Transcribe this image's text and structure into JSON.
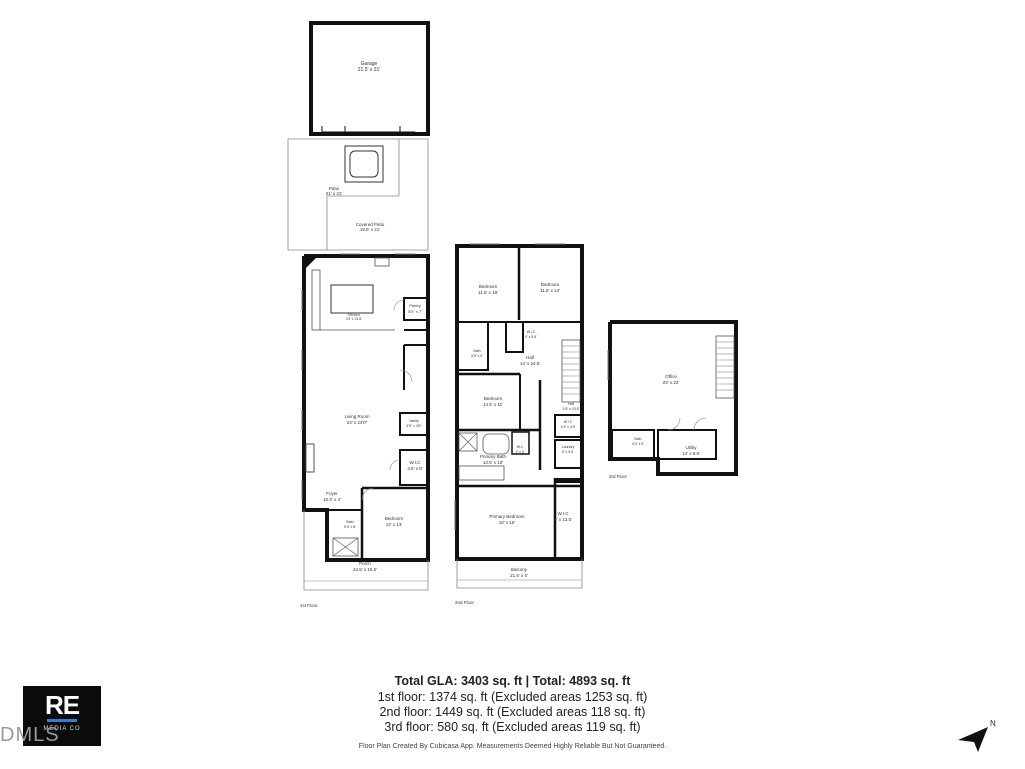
{
  "rooms": {
    "garage": {
      "name": "Garage",
      "dims": "21.5' x 21'"
    },
    "patio": {
      "name": "Patio",
      "dims": "21' x 21'"
    },
    "covered_patio": {
      "name": "Covered Patio",
      "dims": "18.5' x 21'"
    },
    "kitchen": {
      "name": "Kitchen",
      "dims": "23' x 13.5'"
    },
    "pantry": {
      "name": "Pantry",
      "dims": "5'5\" x 7'"
    },
    "living_room": {
      "name": "Living Room",
      "dims": "23' x 24'0\""
    },
    "vanity": {
      "name": "Vanity",
      "dims": "4'5\" x 4'5\""
    },
    "wic_1": {
      "name": "W.I.C",
      "dims": "4.5' x 8'"
    },
    "foyer": {
      "name": "Foyer",
      "dims": "10.5' x 4'"
    },
    "bedroom_1": {
      "name": "Bedroom",
      "dims": "12' x 13'"
    },
    "bath_1": {
      "name": "Bath",
      "dims": "5.5' x 8'"
    },
    "porch": {
      "name": "Porch",
      "dims": "24.5' x 15.5'"
    },
    "bedroom_2a": {
      "name": "Bedroom",
      "dims": "11.5' x 18'"
    },
    "bedroom_2b": {
      "name": "Bedroom",
      "dims": "11.5' x 14'"
    },
    "bath_2": {
      "name": "Bath",
      "dims": "5.5' x 9'"
    },
    "wic_2a": {
      "name": "W.I.C",
      "dims": "4' x 5.5'"
    },
    "hall_2": {
      "name": "Hall",
      "dims": "14' x 24.5'"
    },
    "bedroom_2c": {
      "name": "Bedroom",
      "dims": "14.5' x 11'"
    },
    "hall_2b": {
      "name": "Hall",
      "dims": "5.5' x 20.5'"
    },
    "wic_2b": {
      "name": "W.I.C",
      "dims": "4.5' x 4.5'"
    },
    "primary_bath": {
      "name": "Primary Bath",
      "dims": "13.5' x 10'"
    },
    "wc": {
      "name": "W.C",
      "dims": "3' x 5'"
    },
    "laundry": {
      "name": "Laundry",
      "dims": "6' x 6.5'"
    },
    "primary_bedroom": {
      "name": "Primary Bedroom",
      "dims": "18' x 15'"
    },
    "wic_2c": {
      "name": "W.I.C",
      "dims": "4' x 13.5'"
    },
    "balcony": {
      "name": "Balcony",
      "dims": "21.5' x 5'"
    },
    "office": {
      "name": "Office",
      "dims": "23' x 22'"
    },
    "bath_3": {
      "name": "Bath",
      "dims": "9.5' x 5'"
    },
    "utility": {
      "name": "Utility",
      "dims": "14' x 8.5'"
    }
  },
  "floors": {
    "first": "1st Floor",
    "second": "2nd Floor",
    "third": "3rd Floor"
  },
  "summary": {
    "title": "Total GLA: 3403 sq. ft | Total: 4893 sq. ft",
    "line1": "1st floor: 1374 sq. ft (Excluded areas 1253 sq. ft)",
    "line2": "2nd floor: 1449 sq. ft (Excluded areas 118 sq. ft)",
    "line3": "3rd floor: 580 sq. ft (Excluded areas 119 sq. ft)",
    "disclaimer": "Floor Plan Created By Cubicasa App. Measurements Deemed Highly Reliable But Not Guaranteed."
  },
  "branding": {
    "logo_text": "RE",
    "logo_sub": "MEDIA CO",
    "watermark": "DMLS",
    "accent": "#2f7fd6"
  },
  "compass": {
    "label": "N",
    "icon": "north-arrow-icon"
  }
}
